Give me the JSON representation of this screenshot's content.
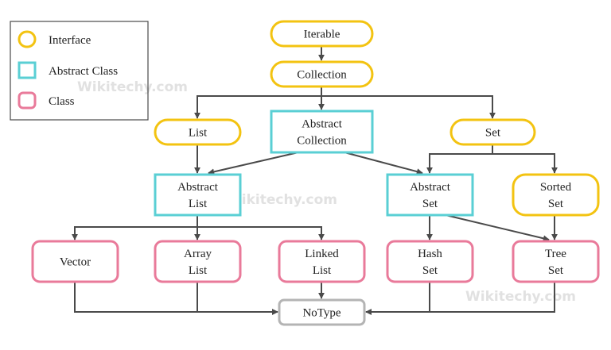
{
  "colors": {
    "interface": "#f3c311",
    "abstract_class": "#5acfd4",
    "class": "#e97a9a",
    "notype": "#b4b4b4",
    "edge": "#4a4a4a",
    "watermark": "#e1e1e1"
  },
  "legend": {
    "interface": "Interface",
    "abstract_class": "Abstract Class",
    "class": "Class"
  },
  "watermarks": [
    "Wikitechy.com",
    "Wikitechy.com",
    "Wikitechy.com"
  ],
  "nodes": {
    "iterable": {
      "kind": "interface",
      "lines": [
        "Iterable"
      ]
    },
    "collection": {
      "kind": "interface",
      "lines": [
        "Collection"
      ]
    },
    "list": {
      "kind": "interface",
      "lines": [
        "List"
      ]
    },
    "abstract_collection": {
      "kind": "abstract_class",
      "lines": [
        "Abstract",
        "Collection"
      ]
    },
    "set": {
      "kind": "interface",
      "lines": [
        "Set"
      ]
    },
    "abstract_list": {
      "kind": "abstract_class",
      "lines": [
        "Abstract",
        "List"
      ]
    },
    "abstract_set": {
      "kind": "abstract_class",
      "lines": [
        "Abstract",
        "Set"
      ]
    },
    "sorted_set": {
      "kind": "interface",
      "lines": [
        "Sorted",
        "Set"
      ]
    },
    "vector": {
      "kind": "class",
      "lines": [
        "Vector"
      ]
    },
    "array_list": {
      "kind": "class",
      "lines": [
        "Array",
        "List"
      ]
    },
    "linked_list": {
      "kind": "class",
      "lines": [
        "Linked",
        "List"
      ]
    },
    "hash_set": {
      "kind": "class",
      "lines": [
        "Hash",
        "Set"
      ]
    },
    "tree_set": {
      "kind": "class",
      "lines": [
        "Tree",
        "Set"
      ]
    },
    "notype": {
      "kind": "notype",
      "lines": [
        "NoType"
      ]
    }
  },
  "edges": [
    [
      "iterable",
      "collection"
    ],
    [
      "collection",
      "list"
    ],
    [
      "collection",
      "abstract_collection"
    ],
    [
      "collection",
      "set"
    ],
    [
      "list",
      "abstract_list"
    ],
    [
      "abstract_collection",
      "abstract_list"
    ],
    [
      "abstract_collection",
      "abstract_set"
    ],
    [
      "set",
      "abstract_set"
    ],
    [
      "set",
      "sorted_set"
    ],
    [
      "abstract_list",
      "vector"
    ],
    [
      "abstract_list",
      "array_list"
    ],
    [
      "abstract_list",
      "linked_list"
    ],
    [
      "abstract_set",
      "hash_set"
    ],
    [
      "abstract_set",
      "tree_set"
    ],
    [
      "sorted_set",
      "tree_set"
    ],
    [
      "vector",
      "notype"
    ],
    [
      "array_list",
      "notype"
    ],
    [
      "linked_list",
      "notype"
    ],
    [
      "hash_set",
      "notype"
    ],
    [
      "tree_set",
      "notype"
    ]
  ]
}
